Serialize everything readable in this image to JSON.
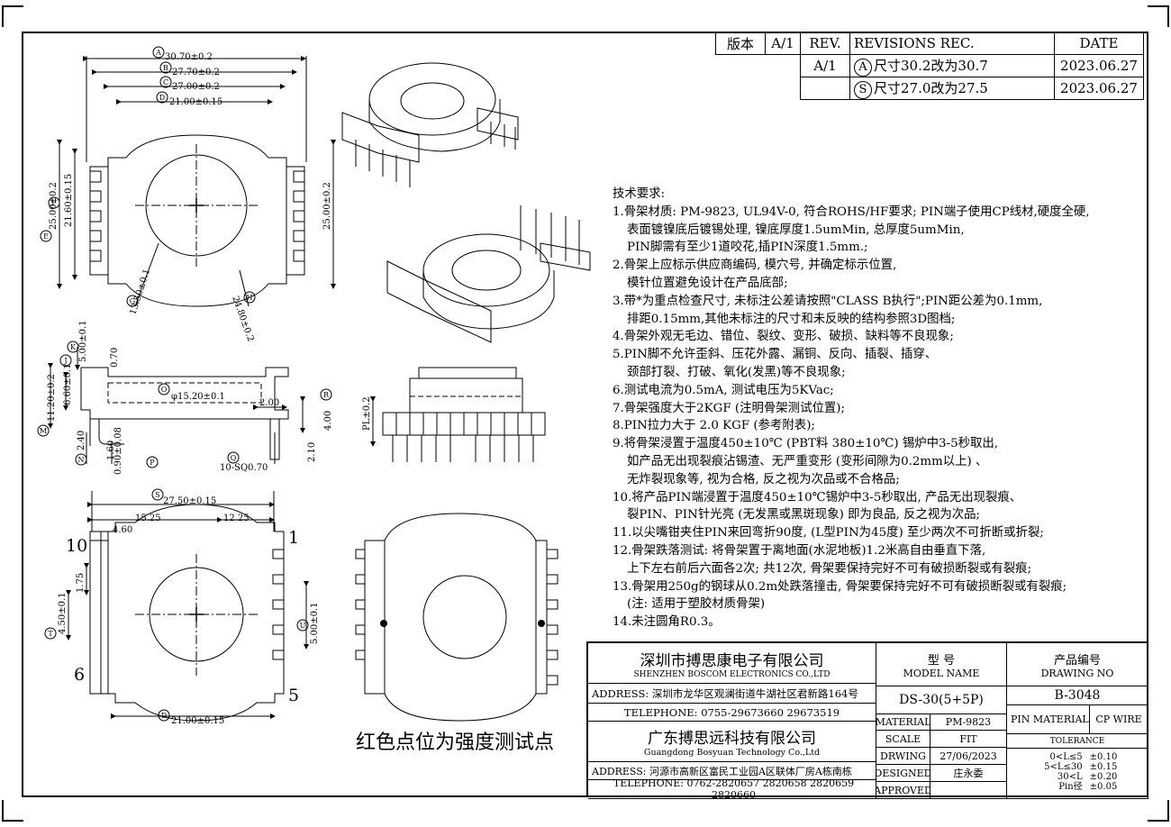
{
  "revisions": {
    "version_label": "版本",
    "version_value": "A/1",
    "rev_label": "REV.",
    "records_label": "REVISIONS REC.",
    "date_label": "DATE",
    "rows": [
      {
        "rev": "A/1",
        "mark": "A",
        "text": "尺寸30.2改为30.7",
        "date": "2023.06.27"
      },
      {
        "rev": "",
        "mark": "S",
        "text": "尺寸27.0改为27.5",
        "date": "2023.06.27"
      }
    ]
  },
  "notes": {
    "heading": "技术要求:",
    "lines": [
      {
        "indent": false,
        "text": "1.骨架材质: PM-9823, UL94V-0, 符合ROHS/HF要求; PIN端子使用CP线材,硬度全硬,"
      },
      {
        "indent": true,
        "text": "表面镀镍底后镀锡处理, 镍底厚度1.5umMin, 总厚度5umMin,"
      },
      {
        "indent": true,
        "text": "PIN脚需有至少1道咬花,插PIN深度1.5mm.;"
      },
      {
        "indent": false,
        "text": "2.骨架上应标示供应商编码, 模穴号, 并确定标示位置,"
      },
      {
        "indent": true,
        "text": "模针位置避免设计在产品底部;"
      },
      {
        "indent": false,
        "text": "3.带*为重点检查尺寸, 未标注公差请按照\"CLASS B执行\";PIN距公差为0.1mm,"
      },
      {
        "indent": true,
        "text": "排距0.15mm,其他未标注的尺寸和未反映的结构参照3D图档;"
      },
      {
        "indent": false,
        "text": "4.骨架外观无毛边、错位、裂纹、变形、破损、缺料等不良现象;"
      },
      {
        "indent": false,
        "text": "5.PIN脚不允许歪斜、压花外露、漏铜、反向、插裂、插穿、"
      },
      {
        "indent": true,
        "text": "颈部打裂、打破、氧化(发黑)等不良现象;"
      },
      {
        "indent": false,
        "text": "6.测试电流为0.5mA, 测试电压为5KVac;"
      },
      {
        "indent": false,
        "text": "7.骨架强度大于2KGF (注明骨架测试位置);"
      },
      {
        "indent": false,
        "text": "8.PIN拉力大于 2.0 KGF (参考附表);"
      },
      {
        "indent": false,
        "text": "9.将骨架浸置于温度450±10℃ (PBT料 380±10℃) 锡炉中3-5秒取出,"
      },
      {
        "indent": true,
        "text": "如产品无出现裂痕沾锡渣、无严重变形 (变形间隙为0.2mm以上) 、"
      },
      {
        "indent": true,
        "text": "无炸裂现象等, 视为合格, 反之视为次品或不合格品;"
      },
      {
        "indent": false,
        "text": "10.将产品PIN端浸置于温度450±10℃锡炉中3-5秒取出, 产品无出现裂痕、"
      },
      {
        "indent": true,
        "text": "裂PIN、PIN针光亮 (无发黑或黑斑现象) 即为良品, 反之视为次品;"
      },
      {
        "indent": false,
        "text": "11.以尖嘴钳夹住PIN来回弯折90度, (L型PIN为45度) 至少两次不可折断或折裂;"
      },
      {
        "indent": false,
        "text": "12.骨架跌落测试: 将骨架置于离地面(水泥地板)1.2米高自由垂直下落,"
      },
      {
        "indent": true,
        "text": "上下左右前后六面各2次; 共12次, 骨架要保持完好不可有破损断裂或有裂痕;"
      },
      {
        "indent": false,
        "text": "13.骨架用250g的钢球从0.2m处跌落撞击, 骨架要保持完好不可有破损断裂或有裂痕;"
      },
      {
        "indent": true,
        "text": "(注: 适用于塑胶材质骨架)"
      },
      {
        "indent": false,
        "text": "14.未注圆角R0.3。"
      }
    ]
  },
  "strength_note": "红色点位为强度测试点",
  "titleblock": {
    "company1_cn": "深圳市搏思康电子有限公司",
    "company1_en": "SHENZHEN BOSCOM ELECTRONICS CO.,LTD",
    "address1": "ADDRESS: 深圳市龙华区观澜街道牛湖社区君新路164号",
    "telephone1": "TELEPHONE: 0755-29673660 29673519",
    "company2_cn": "广东搏思远科技有限公司",
    "company2_en": "Guangdong Bosyuan Technology Co.,Ltd",
    "address2": "ADDRESS: 河源市高新区富民工业园A区联体厂房A栋南栋",
    "telephone2": "TELEPHONE: 0762-2820657 2820658 2820659 2820660",
    "model_cn": "型  号",
    "model_en": "MODEL NAME",
    "model_value": "DS-30(5+5P)",
    "drawing_cn": "产品编号",
    "drawing_en": "DRAWING NO",
    "drawing_value": "B-3048",
    "material_label": "MATERIAL",
    "material_value": "PM-9823",
    "pin_material_label": "PIN MATERIAL",
    "pin_material_value": "CP WIRE",
    "scale_label": "SCALE",
    "scale_value": "FIT",
    "tolerance_label": "TOLERANCE",
    "drwing_label": "DRWING",
    "drwing_value": "27/06/2023",
    "designed_label": "DESIGNED",
    "designed_value": "庄永委",
    "approved_label": "APPROVED",
    "approved_value": "",
    "tolerances": [
      {
        "range": "0<L≤5",
        "value": "±0.10"
      },
      {
        "range": "5<L≤30",
        "value": "±0.15"
      },
      {
        "range": "30<L",
        "value": "±0.20"
      },
      {
        "range": "Pin径",
        "value": "±0.05"
      }
    ]
  },
  "dims": {
    "top": {
      "a": "30.70±0.2",
      "b": "27.70±0.2",
      "c": "27.00±0.2",
      "d": "21.00±0.15",
      "e": "25.00±0.2",
      "f": "21.60±0.15",
      "g": "13.50±0.1",
      "h": "24.80±0.2",
      "right": "25.00±0.2",
      "m_a": "A",
      "m_b": "B",
      "m_c": "C",
      "m_d": "D",
      "m_e": "E",
      "m_f": "F",
      "m_g": "G",
      "m_h": "H"
    },
    "side": {
      "l1": "5.00±0.1",
      "l2": "0.70",
      "l3": "11.20±0.2",
      "l4": "6.60±0.1",
      "l5": "φ15.20±0.1",
      "l6": "2.00",
      "l7": "4.00",
      "l8": "2.40",
      "l9": "1.60",
      "l10": "0.90±0.08",
      "l11": "2.10",
      "l12": "10-SQ0.70",
      "m_j": "J",
      "m_k": "K",
      "m_m": "M",
      "m_n": "N",
      "m_p": "P",
      "m_q": "Q",
      "m_r": "R",
      "m_o": "O"
    },
    "front": {
      "pl": "PL±0.2"
    },
    "bottom": {
      "s": "27.50±0.15",
      "l1": "15.25",
      "l2": "12.25",
      "l3": "4.60",
      "l4": "1.75",
      "l5": "4.50±0.1",
      "l6": "5.00±0.1",
      "l7": "21.00±0.15",
      "pin10": "10",
      "pin1": "1",
      "pin6": "6",
      "pin5": "5",
      "m_s": "S",
      "m_d": "D",
      "m_t": "T",
      "m_u": "U"
    }
  }
}
